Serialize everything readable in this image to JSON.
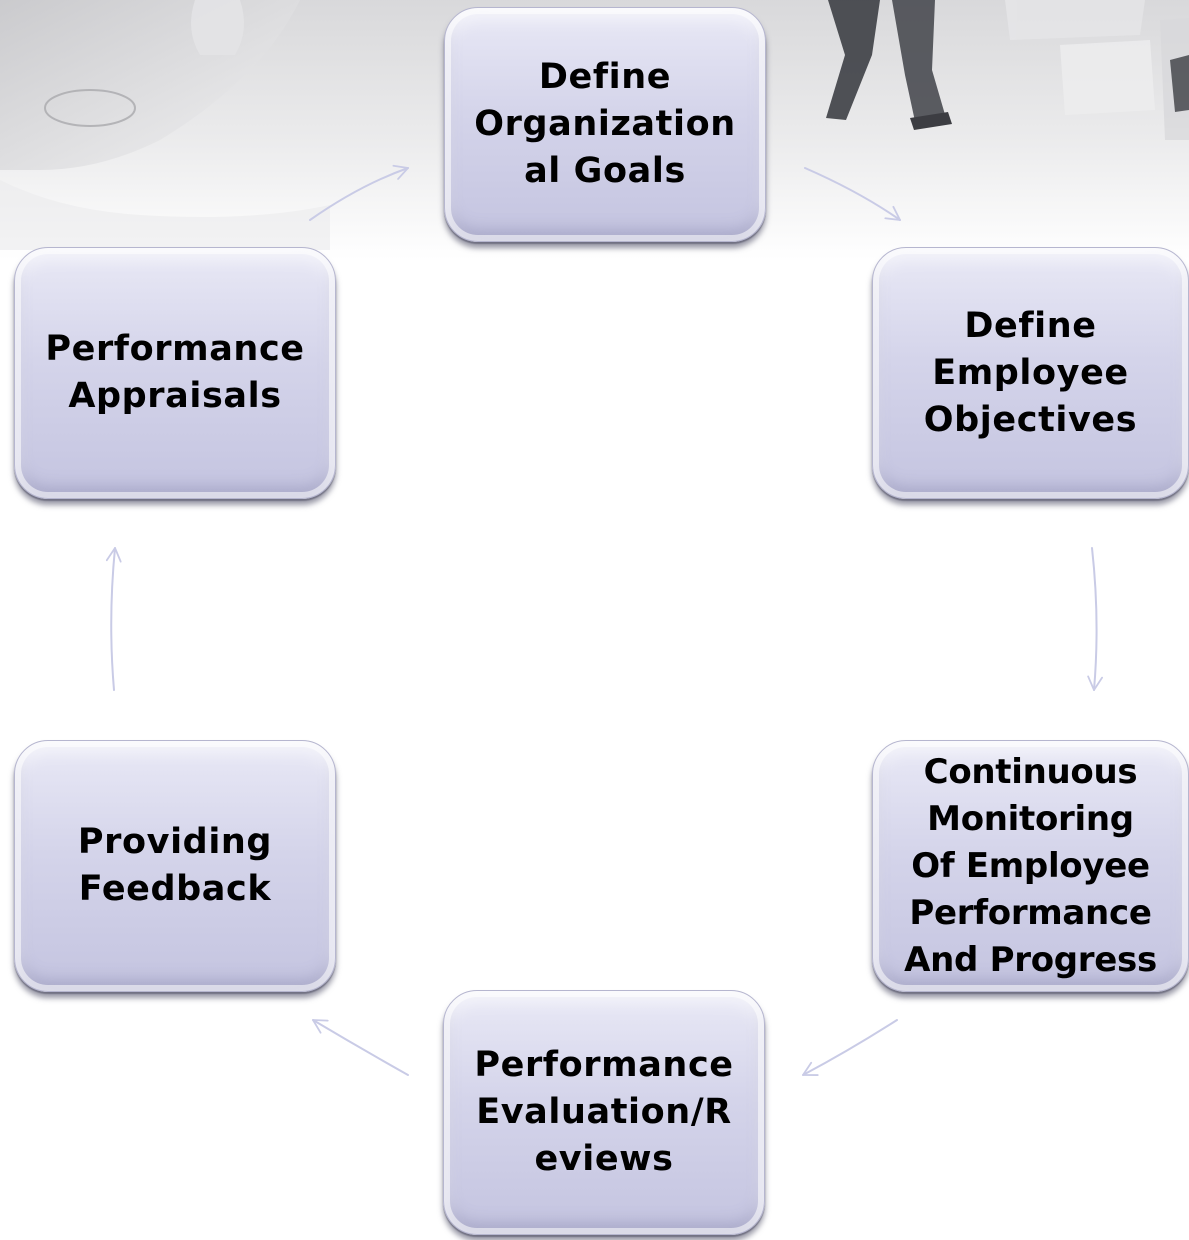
{
  "steps": [
    {
      "id": "define-org-goals",
      "label": "Define\nOrganization\nal Goals"
    },
    {
      "id": "define-employee-objectives",
      "label": "Define\nEmployee\nObjectives"
    },
    {
      "id": "continuous-monitoring",
      "label": "Continuous\nMonitoring\nOf Employee\nPerformance\nAnd Progress"
    },
    {
      "id": "performance-evaluation",
      "label": "Performance\nEvaluation/R\neviews"
    },
    {
      "id": "providing-feedback",
      "label": "Providing\nFeedback"
    },
    {
      "id": "performance-appraisals",
      "label": "Performance\nAppraisals"
    }
  ],
  "colors": {
    "box_fill": "#d4d4ea",
    "box_border": "#b6b6cf",
    "arrow": "#c9cbe6",
    "text": "#000000"
  }
}
